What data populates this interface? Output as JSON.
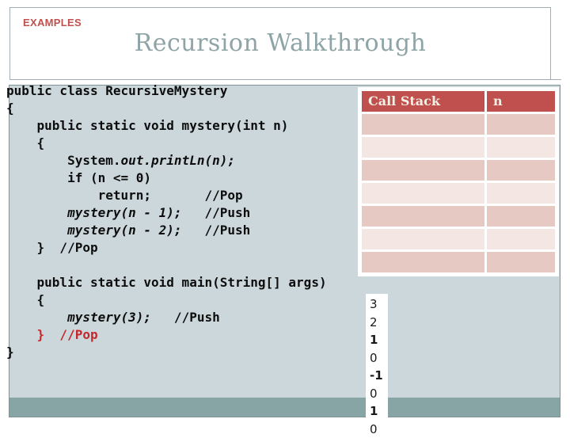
{
  "slide": {
    "eyebrow": "EXAMPLES",
    "title": "Recursion Walkthrough"
  },
  "code": {
    "lines": [
      {
        "segments": [
          {
            "text": "public class RecursiveMystery"
          }
        ]
      },
      {
        "segments": [
          {
            "text": "{"
          }
        ]
      },
      {
        "segments": [
          {
            "text": "    public static void mystery(int n)"
          }
        ]
      },
      {
        "segments": [
          {
            "text": "    {"
          }
        ]
      },
      {
        "segments": [
          {
            "text": "        System."
          },
          {
            "text": "out.printLn(n);",
            "italic": true
          }
        ]
      },
      {
        "segments": [
          {
            "text": "        if (n <= 0)"
          }
        ]
      },
      {
        "segments": [
          {
            "text": "            return;       //Pop"
          }
        ]
      },
      {
        "segments": [
          {
            "text": "        "
          },
          {
            "text": "mystery(n - 1);",
            "italic": true
          },
          {
            "text": "   //Push"
          }
        ]
      },
      {
        "segments": [
          {
            "text": "        "
          },
          {
            "text": "mystery(n - 2);",
            "italic": true
          },
          {
            "text": "   //Push"
          }
        ]
      },
      {
        "segments": [
          {
            "text": "    }  //Pop"
          }
        ]
      },
      {
        "segments": []
      },
      {
        "segments": [
          {
            "text": "    public static void main(String[] args)"
          }
        ]
      },
      {
        "segments": [
          {
            "text": "    {"
          }
        ]
      },
      {
        "segments": [
          {
            "text": "        "
          },
          {
            "text": "mystery(3);",
            "italic": true
          },
          {
            "text": "   //Push"
          }
        ]
      },
      {
        "segments": [
          {
            "text": "    }  //Pop"
          }
        ],
        "color": "red"
      },
      {
        "segments": [
          {
            "text": "}"
          }
        ]
      }
    ]
  },
  "stack_table": {
    "headers": [
      "Call Stack",
      "n"
    ],
    "rows": [
      [
        "",
        ""
      ],
      [
        "",
        ""
      ],
      [
        "",
        ""
      ],
      [
        "",
        ""
      ],
      [
        "",
        ""
      ],
      [
        "",
        ""
      ],
      [
        "",
        ""
      ]
    ]
  },
  "output_column": {
    "values": [
      {
        "text": "3",
        "bold": false
      },
      {
        "text": "2",
        "bold": false
      },
      {
        "text": "1",
        "bold": true
      },
      {
        "text": "0",
        "bold": false
      },
      {
        "text": "-1",
        "bold": true
      },
      {
        "text": "0",
        "bold": false
      },
      {
        "text": "1",
        "bold": true
      },
      {
        "text": "0",
        "bold": false
      }
    ]
  },
  "colors": {
    "accent": "#C0504D",
    "table_row_dark": "#E7C9C4",
    "table_row_light": "#F4E6E3",
    "content_bg": "#CBD7DA",
    "footer_band": "#88A5A5",
    "title_text": "#8EA4A6",
    "code_red": "#C5272D"
  }
}
